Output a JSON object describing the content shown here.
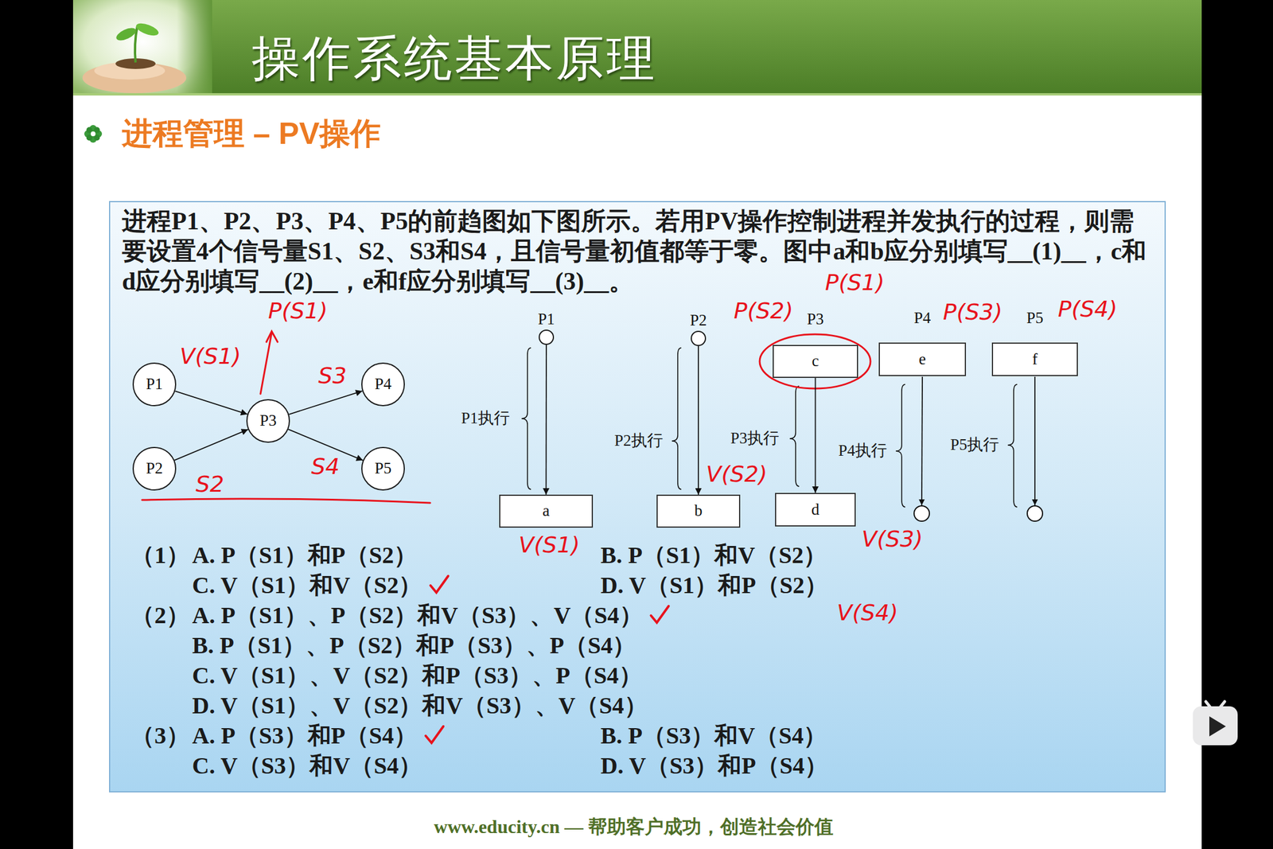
{
  "diagram": {
    "title": "操作系统基本原理",
    "nodes": [
      {
        "text": [
          "进程P1、P2、P3、P4、P5的前趋图如下图所示。若用PV操作控制进程并发执行的过程，则需要设置4个信号量S1、S2、S3和S4，且信号量初值都等于零。图中a和b应分别填写__(1)__，c和d应分别填写__(2)__，e和f应分别填写__(3)__。"
        ]
      },
      {
        "text": [
          "P1"
        ],
        "in": 0
      },
      {
        "text": [
          "P2"
        ],
        "in": 0
      },
      {
        "text": [
          "P3"
        ],
        "in": 0
      },
      {
        "text": [
          "P4"
        ],
        "in": 0
      },
      {
        "text": [
          "P5"
        ],
        "in": 0
      },
      {
        "text": [
          "P1"
        ],
        "in": 0
      },
      {
        "text": [
          "a"
        ],
        "in": 0
      },
      {
        "text": [
          "P2"
        ],
        "in": 0
      },
      {
        "text": [
          "b"
        ],
        "in": 0
      },
      {
        "text": [
          "P3",
          "c"
        ],
        "in": 0
      },
      {
        "text": [
          "d"
        ],
        "in": 0
      },
      {
        "text": [
          "P4",
          "e"
        ],
        "in": 0
      },
      {
        "text": [
          "P5",
          "f"
        ],
        "in": 0
      }
    ],
    "edges": [
      {
        "from": 1,
        "to": 3,
        "arrow": "to"
      },
      {
        "from": 2,
        "to": 3,
        "arrow": "to"
      },
      {
        "from": 3,
        "to": 4,
        "arrow": "to"
      },
      {
        "from": 3,
        "to": 5,
        "arrow": "to"
      },
      {
        "from": 6,
        "to": 7,
        "arrow": "to"
      },
      {
        "from": 8,
        "to": 9,
        "arrow": "to"
      },
      {
        "from": 10,
        "to": 11,
        "arrow": "to"
      }
    ],
    "labels": [
      "进程管理 – PV操作",
      "P1执行",
      "P2执行",
      "P3执行",
      "P4执行",
      "P5执行",
      "（1）",
      "A. P（S1）和P（S2）",
      "B. P（S1）和V（S2）",
      "C. V（S1）和V（S2）",
      "D. V（S1）和P（S2）",
      "（2）",
      "A. P（S1）、P（S2）和V（S3）、V（S4）",
      "B. P（S1）、P（S2）和P（S3）、P（S4）",
      "C. V（S1）、V（S2）和P（S3）、P（S4）",
      "D. V（S1）、V（S2）和V（S3）、V（S4）",
      "（3）",
      "A. P（S3）和P（S4）",
      "B. P（S3）和V（S4）",
      "C. V（S3）和V（S4）",
      "D. V（S3）和P（S4）",
      "V(S1)",
      "P(S1)",
      "S3",
      "S4",
      "S2",
      "P(S1)",
      "P(S2)",
      "P(S3)",
      "P(S4)",
      "V(S1)",
      "V(S2)",
      "V(S3)",
      "V(S4)",
      "www.educity.cn — 帮助客户成功，创造社会价值"
    ]
  }
}
